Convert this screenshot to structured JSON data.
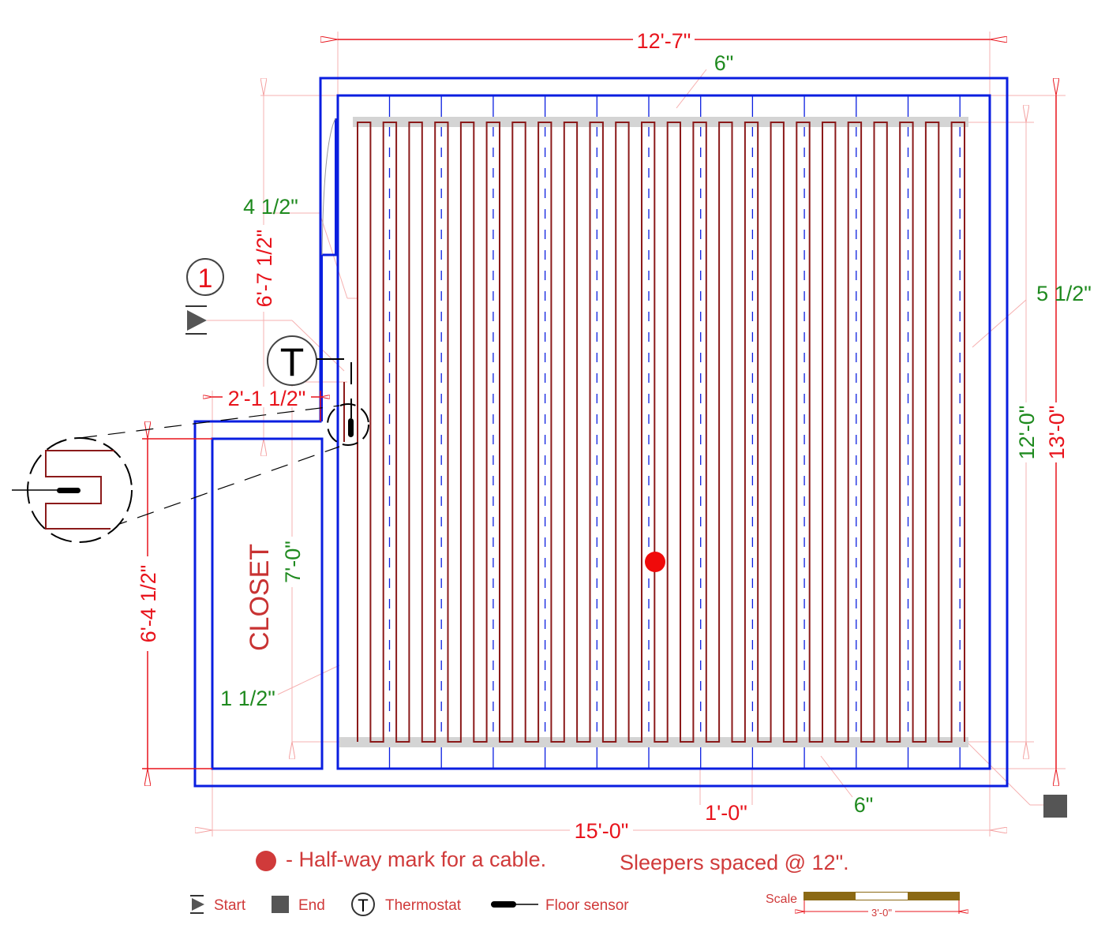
{
  "dimensions": {
    "top_width": "12'-7\"",
    "top_offset": "6\"",
    "right_outer": "13'-0\"",
    "right_inner": "12'-0\"",
    "right_offset": "5 1/2\"",
    "left_upper": "6'-7 1/2\"",
    "left_offset": "4 1/2\"",
    "closet_width": "2'-1 1/2\"",
    "closet_height": "6'-4 1/2\"",
    "closet_cable": "7'-0\"",
    "closet_offset": "1 1/2\"",
    "bottom_total": "15'-0\"",
    "sleeper_spacing": "1'-0\"",
    "bottom_offset": "6\""
  },
  "labels": {
    "closet": "CLOSET",
    "section_marker": "1",
    "thermostat_symbol": "T",
    "halfway_note": "- Half-way mark for a cable.",
    "sleepers_note": "Sleepers spaced @ 12\"."
  },
  "legend": {
    "start": "Start",
    "end": "End",
    "thermostat": "Thermostat",
    "thermostat_symbol": "T",
    "floor_sensor": "Floor sensor"
  },
  "scale": {
    "label": "Scale",
    "length": "3'-0\""
  },
  "colors": {
    "wall": "#0a1ee0",
    "cable": "#8b1a1a",
    "dimension": "#e8141c",
    "note": "#1f8a1f",
    "sleeper_bar": "#d4d4d4"
  }
}
